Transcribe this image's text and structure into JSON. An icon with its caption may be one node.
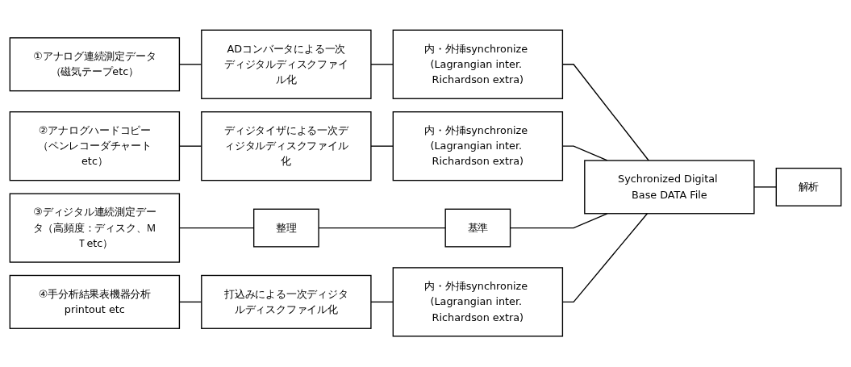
{
  "diagram": {
    "nodes": [
      {
        "text": [
          "①アナログ連続測定データ（磁気テープetc）"
        ]
      },
      {
        "text": [
          "ADコンバータによる一次ディジタルディスクファイル化"
        ]
      },
      {
        "text": [
          "内・外挿synchronize (Lagrangian inter. Richardson extra)"
        ]
      },
      {
        "text": [
          "②アナログハードコピー（ペンレコーダチャートetc）"
        ]
      },
      {
        "text": [
          "ディジタイザによる一次ディジタルディスクファイル化"
        ]
      },
      {
        "text": [
          "内・外挿synchronize (Lagrangian inter. Richardson extra)"
        ]
      },
      {
        "text": [
          "③ディジタル連続測定データ（高頻度：ディスク、ＭＴetc）"
        ]
      },
      {
        "text": [
          "整理"
        ]
      },
      {
        "text": [
          "基準"
        ]
      },
      {
        "text": [
          "④手分析結果表機器分析printout etc"
        ]
      },
      {
        "text": [
          "打込みによる一次ディジタルディスクファイル化"
        ]
      },
      {
        "text": [
          "内・外挿synchronize (Lagrangian inter. Richardson extra)"
        ]
      },
      {
        "text": [
          "Sychronized Digital Base DATA File"
        ]
      },
      {
        "text": [
          "解析"
        ]
      }
    ],
    "edges": [
      {
        "from": 0,
        "to": 1,
        "arrow": "none"
      },
      {
        "from": 1,
        "to": 2,
        "arrow": "none"
      },
      {
        "from": 2,
        "to": 12,
        "arrow": "none"
      },
      {
        "from": 3,
        "to": 4,
        "arrow": "none"
      },
      {
        "from": 4,
        "to": 5,
        "arrow": "none"
      },
      {
        "from": 5,
        "to": 12,
        "arrow": "none"
      },
      {
        "from": 6,
        "to": 7,
        "arrow": "none"
      },
      {
        "from": 7,
        "to": 8,
        "arrow": "none"
      },
      {
        "from": 8,
        "to": 12,
        "arrow": "none"
      },
      {
        "from": 9,
        "to": 10,
        "arrow": "none"
      },
      {
        "from": 10,
        "to": 11,
        "arrow": "none"
      },
      {
        "from": 11,
        "to": 12,
        "arrow": "none"
      },
      {
        "from": 12,
        "to": 13,
        "arrow": "none"
      }
    ]
  }
}
